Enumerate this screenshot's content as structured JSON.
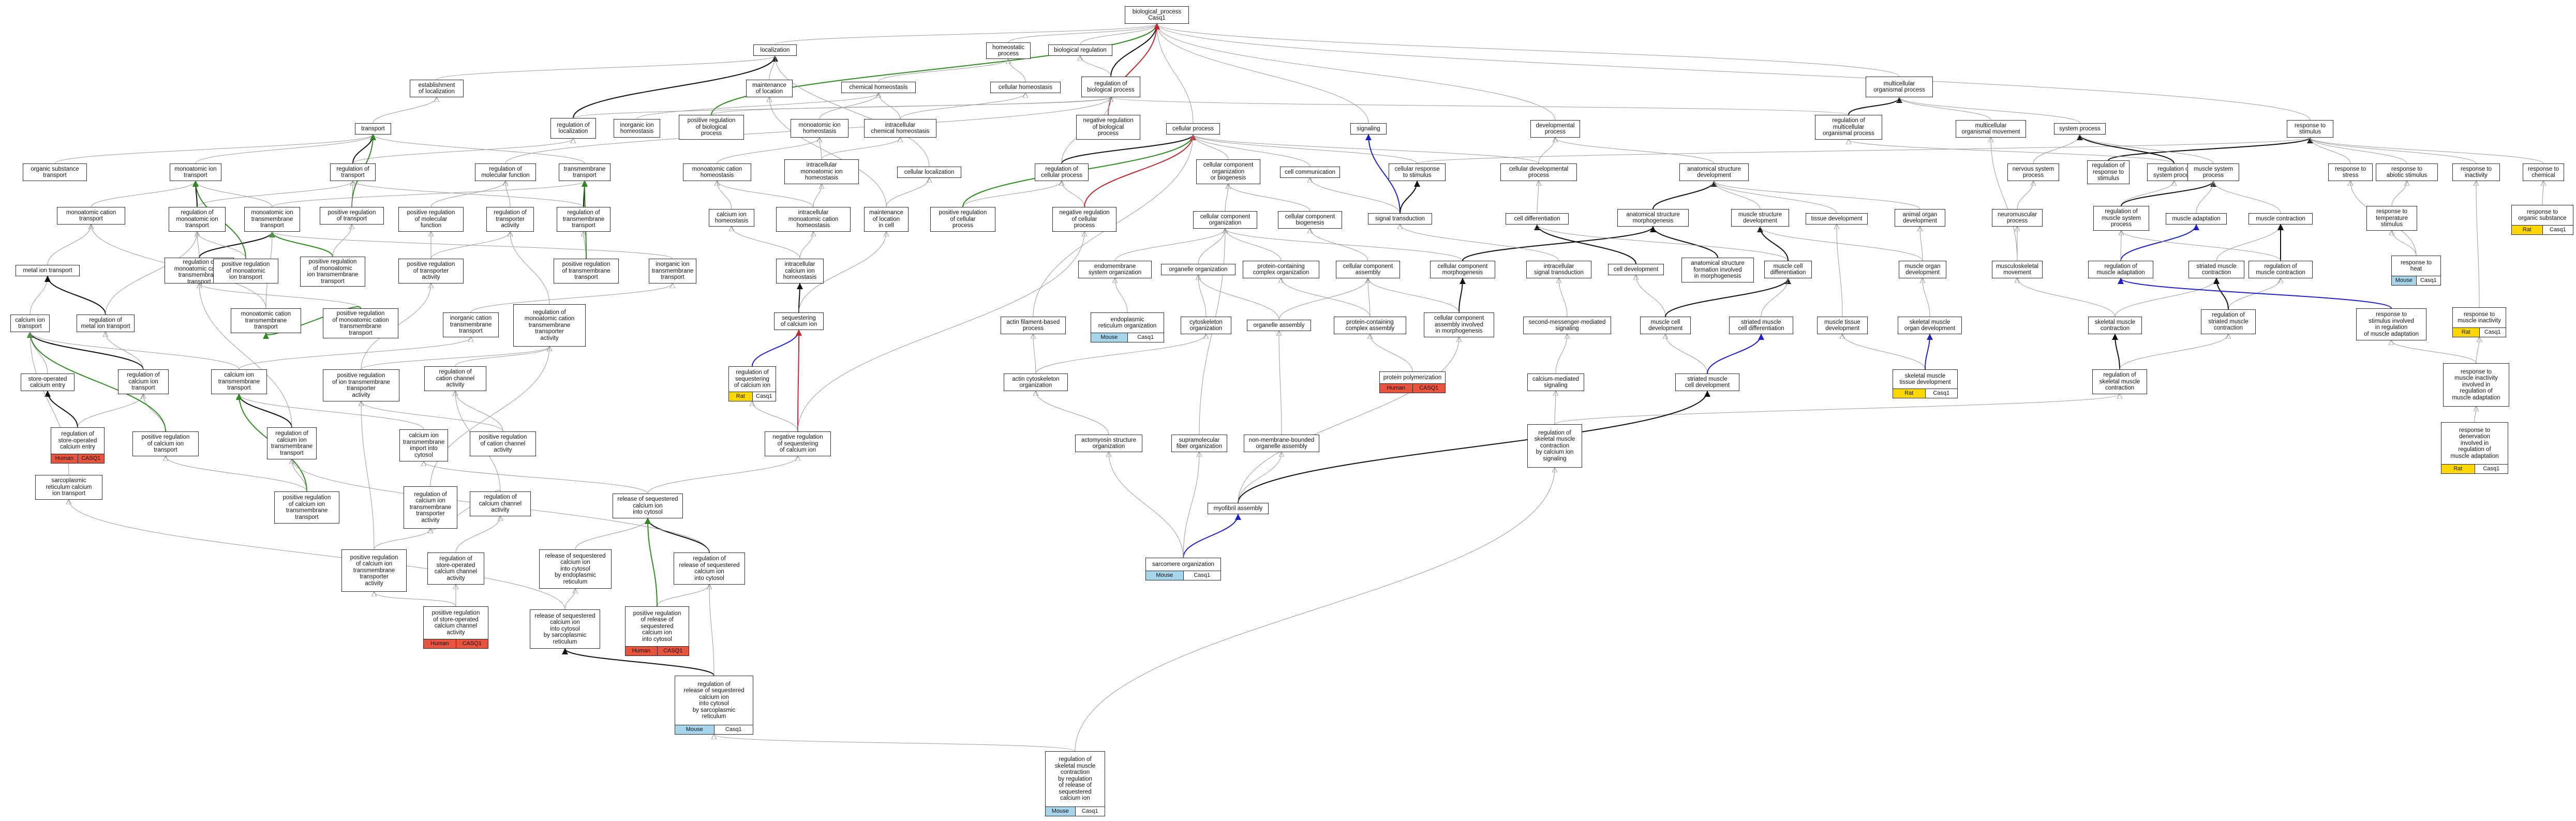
{
  "colors": {
    "is_a": "#9a9a9a",
    "part_of": "#111111",
    "positively_regulates": "#2e8b20",
    "negatively_regulates": "#c1272d",
    "regulates": "#1f1fcc",
    "human": "#e8543e",
    "mouse": "#a7d6ec",
    "rat": "#ffd800"
  },
  "nodes": {
    "bp": {
      "label": "biological_process\nCasq1"
    },
    "loc": {
      "label": "localization"
    },
    "homeo_proc": {
      "label": "homeostatic\nprocess"
    },
    "bio_reg": {
      "label": "biological regulation"
    },
    "est_loc": {
      "label": "establishment\nof localization"
    },
    "maint_loc": {
      "label": "maintenance\nof location"
    },
    "chem_homeo": {
      "label": "chemical homeostasis"
    },
    "cell_homeo": {
      "label": "cellular homeostasis"
    },
    "reg_bp": {
      "label": "regulation of\nbiological process"
    },
    "multi_org": {
      "label": "multicellular\norganismal process"
    },
    "transport": {
      "label": "transport"
    },
    "reg_loc": {
      "label": "regulation of\nlocalization"
    },
    "inorg_ion_homeo": {
      "label": "inorganic ion\nhomeostasis"
    },
    "pos_reg_bp": {
      "label": "positive regulation\nof biological\nprocess"
    },
    "mono_ion_homeo": {
      "label": "monoatomic ion\nhomeostasis"
    },
    "intra_chem_homeo": {
      "label": "intracellular\nchemical homeostasis"
    },
    "neg_reg_bp": {
      "label": "negative regulation\nof biological\nprocess"
    },
    "cell_proc": {
      "label": "cellular process"
    },
    "signaling": {
      "label": "signaling"
    },
    "dev_proc": {
      "label": "developmental\nprocess"
    },
    "reg_multi_org": {
      "label": "regulation of\nmulticellular\norganismal process"
    },
    "multi_move": {
      "label": "multicellular\norganismal movement"
    },
    "sys_proc": {
      "label": "system process"
    },
    "resp_stim": {
      "label": "response to\nstimulus"
    },
    "org_sub_trans": {
      "label": "organic substance\ntransport"
    },
    "mono_ion_trans": {
      "label": "monoatomic ion\ntransport"
    },
    "reg_transport": {
      "label": "regulation of\ntransport"
    },
    "reg_mol_func": {
      "label": "regulation of\nmolecular function"
    },
    "transmem_trans": {
      "label": "transmembrane\ntransport"
    },
    "mono_cation_homeo": {
      "label": "monoatomic cation\nhomeostasis"
    },
    "intra_mono_ion_homeo": {
      "label": "intracellular\nmonoatomic ion\nhomeostasis"
    },
    "cell_local": {
      "label": "cellular localization"
    },
    "reg_cell_proc": {
      "label": "regulation of\ncellular process"
    },
    "cc_org_bio": {
      "label": "cellular component\norganization\nor biogenesis"
    },
    "cell_comm": {
      "label": "cell communication"
    },
    "cell_resp_stim": {
      "label": "cellular response\nto stimulus"
    },
    "cell_dev_proc": {
      "label": "cellular developmental\nprocess"
    },
    "anat_struct_dev": {
      "label": "anatomical structure\ndevelopment"
    },
    "nerv_sys_proc": {
      "label": "nervous system\nprocess"
    },
    "reg_resp_stim": {
      "label": "regulation of\nresponse to\nstimulus"
    },
    "reg_sys_proc": {
      "label": "regulation of\nsystem process"
    },
    "muscle_sys_proc": {
      "label": "muscle system\nprocess"
    },
    "resp_stress": {
      "label": "response to\nstress"
    },
    "resp_abiotic": {
      "label": "response to\nabiotic stimulus"
    },
    "resp_inact": {
      "label": "response to\ninactivity"
    },
    "resp_chem": {
      "label": "response to\nchemical"
    },
    "mono_cation_trans": {
      "label": "monoatomic cation\ntransport"
    },
    "reg_mono_ion_trans": {
      "label": "regulation of\nmonoatomic ion\ntransport"
    },
    "mono_ion_tm_trans": {
      "label": "monoatomic ion\ntransmembrane\ntransport"
    },
    "pos_reg_transport": {
      "label": "positive regulation\nof transport"
    },
    "pos_reg_mol_func": {
      "label": "positive regulation\nof molecular\nfunction"
    },
    "reg_transporter_act": {
      "label": "regulation of\ntransporter\nactivity"
    },
    "reg_tm_trans": {
      "label": "regulation of\ntransmembrane\ntransport"
    },
    "calcium_ion_homeo": {
      "label": "calcium ion\nhomeostasis"
    },
    "intra_mono_cation_homeo": {
      "label": "intracellular\nmonoatomic cation\nhomeostasis"
    },
    "maint_loc_cell": {
      "label": "maintenance\nof location\nin cell"
    },
    "pos_reg_cell_proc": {
      "label": "positive regulation\nof cellular\nprocess"
    },
    "neg_reg_cell_proc": {
      "label": "negative regulation\nof cellular\nprocess"
    },
    "cc_org": {
      "label": "cellular component\norganization"
    },
    "cc_biogen": {
      "label": "cellular component\nbiogenesis"
    },
    "sig_trans": {
      "label": "signal transduction"
    },
    "cell_diff": {
      "label": "cell differentiation"
    },
    "anat_morph": {
      "label": "anatomical structure\nmorphogenesis"
    },
    "muscle_struct_dev": {
      "label": "muscle structure\ndevelopment"
    },
    "tissue_dev": {
      "label": "tissue development"
    },
    "animal_organ_dev": {
      "label": "animal organ\ndevelopment"
    },
    "neuromusc_proc": {
      "label": "neuromuscular\nprocess"
    },
    "reg_muscle_sys_proc": {
      "label": "regulation of\nmuscle system\nprocess"
    },
    "muscle_adapt": {
      "label": "muscle adaptation"
    },
    "muscle_contr": {
      "label": "muscle contraction"
    },
    "resp_heat": {
      "label": "response to\nheat",
      "tags": [
        [
          "Mouse",
          "mouse"
        ],
        [
          "Casq1",
          "casq"
        ]
      ]
    },
    "resp_temp": {
      "label": "response to\ntemperature\nstimulus"
    },
    "resp_org_sub": {
      "label": "response to\norganic substance",
      "tags": [
        [
          "Rat",
          "rat"
        ],
        [
          "Casq1",
          "casq"
        ]
      ]
    },
    "metal_ion_trans": {
      "label": "metal ion transport"
    },
    "reg_mono_cation_tm": {
      "label": "regulation of\nmonoatomic cation\ntransmembrane\ntransport"
    },
    "pos_reg_mono_ion_trans": {
      "label": "positive regulation\nof monoatomic\nion transport"
    },
    "pos_reg_mono_ion_tm": {
      "label": "positive regulation\nof monoatomic\nion transmembrane\ntransport"
    },
    "pos_reg_transporter_act": {
      "label": "positive regulation\nof transporter\nactivity"
    },
    "pos_reg_tm_trans": {
      "label": "positive regulation\nof transmembrane\ntransport"
    },
    "inorg_ion_tm": {
      "label": "inorganic ion\ntransmembrane\ntransport"
    },
    "intra_ca_homeo": {
      "label": "intracellular\ncalcium ion\nhomeostasis"
    },
    "actin_proc": {
      "label": "actin filament-based\nprocess"
    },
    "endomem_org": {
      "label": "endomembrane\nsystem organization"
    },
    "organelle_org": {
      "label": "organelle organization"
    },
    "prot_cplx_org": {
      "label": "protein-containing\ncomplex organization"
    },
    "cc_assembly": {
      "label": "cellular component\nassembly"
    },
    "cc_morph": {
      "label": "cellular component\nmorphogenesis"
    },
    "intra_sig": {
      "label": "intracellular\nsignal transduction"
    },
    "cell_dev": {
      "label": "cell development"
    },
    "anat_morph_form": {
      "label": "anatomical structure\nformation involved\nin morphogenesis"
    },
    "muscle_cell_diff": {
      "label": "muscle cell\ndifferentiation"
    },
    "muscle_organ_dev": {
      "label": "muscle organ\ndevelopment"
    },
    "musculoskel_move": {
      "label": "musculoskeletal\nmovement"
    },
    "reg_muscle_adapt": {
      "label": "regulation of\nmuscle adaptation"
    },
    "striated_contr": {
      "label": "striated muscle\ncontraction"
    },
    "reg_muscle_contr": {
      "label": "regulation of\nmuscle contraction"
    },
    "mono_cation_tm_trans": {
      "label": "monoatomic cation\ntransmembrane\ntransport"
    },
    "pos_reg_mono_cation_tm": {
      "label": "positive regulation\nof monoatomic cation\ntransmembrane\ntransport"
    },
    "reg_cation_tm_transporter": {
      "label": "regulation of\nmonoatomic cation\ntransmembrane\ntransporter\nactivity"
    },
    "inorg_cation_tm": {
      "label": "inorganic cation\ntransmembrane\ntransport"
    },
    "seq_ca": {
      "label": "sequestering\nof calcium ion"
    },
    "er_org": {
      "label": "endoplasmic\nreticulum organization",
      "tags": [
        [
          "Mouse",
          "mouse"
        ],
        [
          "Casq1",
          "casq"
        ]
      ]
    },
    "cytoskel_org": {
      "label": "cytoskeleton\norganization"
    },
    "organelle_assembly": {
      "label": "organelle assembly"
    },
    "prot_cplx_assembly": {
      "label": "protein-containing\ncomplex assembly"
    },
    "cc_assembly_morph": {
      "label": "cellular component\nassembly involved\nin morphogenesis"
    },
    "second_msg": {
      "label": "second-messenger-mediated\nsignaling"
    },
    "muscle_cell_dev": {
      "label": "muscle cell\ndevelopment"
    },
    "striated_diff": {
      "label": "striated muscle\ncell differentiation"
    },
    "muscle_tissue_dev": {
      "label": "muscle tissue\ndevelopment"
    },
    "skeletal_organ_dev": {
      "label": "skeletal muscle\norgan development"
    },
    "skeletal_contr": {
      "label": "skeletal muscle\ncontraction"
    },
    "reg_striated_contr": {
      "label": "regulation of\nstriated muscle\ncontraction"
    },
    "resp_inact_adapt": {
      "label": "response to\nstimulus involved\nin regulation\nof muscle adaptation"
    },
    "resp_muscle_inact": {
      "label": "response to\nmuscle inactivity",
      "tags": [
        [
          "Rat",
          "rat"
        ],
        [
          "Casq1",
          "casq"
        ]
      ]
    },
    "calcium_ion_trans": {
      "label": "calcium ion\ntransport"
    },
    "reg_metal_ion_trans": {
      "label": "regulation of\nmetal ion transport"
    },
    "store_op_entry": {
      "label": "store-operated\ncalcium entry"
    },
    "reg_ca_ion_trans": {
      "label": "regulation of\ncalcium ion\ntransport"
    },
    "ca_tm_trans": {
      "label": "calcium ion\ntransmembrane\ntransport"
    },
    "pos_reg_cation_tm_transporter": {
      "label": "positive regulation\nof ion transmembrane\ntransporter\nactivity"
    },
    "reg_cation_channel": {
      "label": "regulation of\ncation channel\nactivity"
    },
    "reg_seq_ca": {
      "label": "regulation of\nsequestering\nof calcium ion",
      "tags": [
        [
          "Rat",
          "rat"
        ],
        [
          "Casq1",
          "casq"
        ]
      ]
    },
    "actin_cytoskel_org": {
      "label": "actin cytoskeleton\norganization"
    },
    "protein_polymer": {
      "label": "protein polymerization",
      "tags": [
        [
          "Human",
          "human"
        ],
        [
          "CASQ1",
          "casq"
        ]
      ]
    },
    "ca_signaling": {
      "label": "calcium-mediated\nsignaling"
    },
    "striated_dev": {
      "label": "striated muscle\ncell development"
    },
    "skeletal_tissue_dev": {
      "label": "skeletal muscle\ntissue development",
      "tags": [
        [
          "Rat",
          "rat"
        ],
        [
          "Casq1",
          "casq"
        ]
      ]
    },
    "reg_skel_contr": {
      "label": "regulation of\nskeletal muscle\ncontraction"
    },
    "resp_denerv": {
      "label": "response to\nmuscle inactivity\ninvolved in\nregulation of\nmuscle adaptation"
    },
    "reg_store_op": {
      "label": "regulation of\nstore-operated\ncalcium entry",
      "tags": [
        [
          "Human",
          "human"
        ],
        [
          "CASQ1",
          "casq"
        ]
      ]
    },
    "pos_reg_ca_trans": {
      "label": "positive regulation\nof calcium ion\ntransport"
    },
    "reg_ca_tm_trans": {
      "label": "regulation of\ncalcium ion\ntransmembrane\ntransport"
    },
    "ca_import_cytosol": {
      "label": "calcium ion\ntransmembrane\nimport into\ncytosol"
    },
    "pos_reg_cation_channel": {
      "label": "positive regulation\nof cation channel\nactivity"
    },
    "neg_reg_seq": {
      "label": "negative regulation\nof sequestering\nof calcium ion"
    },
    "actomyosin_org": {
      "label": "actomyosin structure\norganization"
    },
    "supramol_fiber": {
      "label": "supramolecular\nfiber organization"
    },
    "nonmem_org": {
      "label": "non-membrane-bounded\norganelle assembly"
    },
    "reg_skel_ca_sig": {
      "label": "regulation of\nskeletal muscle\ncontraction\nby calcium ion\nsignaling"
    },
    "resp_denervation": {
      "label": "response to\ndenervation\ninvolved in\nregulation of\nmuscle adaptation",
      "tags": [
        [
          "Rat",
          "rat"
        ],
        [
          "Casq1",
          "casq"
        ]
      ]
    },
    "sarco_ca_trans": {
      "label": "sarcoplasmic\nreticulum calcium\nion transport"
    },
    "pos_reg_ca_tm_trans": {
      "label": "positive regulation\nof calcium ion\ntransmembrane\ntransport"
    },
    "reg_ca_tm_transporter": {
      "label": "regulation of\ncalcium ion\ntransmembrane\ntransporter\nactivity"
    },
    "reg_ca_channel": {
      "label": "regulation of\ncalcium channel\nactivity"
    },
    "release_seq": {
      "label": "release of sequestered\ncalcium ion\ninto cytosol"
    },
    "myofibril_assembly": {
      "label": "myofibril assembly"
    },
    "sarcomere_org": {
      "label": "sarcomere organization",
      "tags": [
        [
          "Mouse",
          "mouse"
        ],
        [
          "Casq1",
          "casq"
        ]
      ]
    },
    "pos_reg_ca_tm_transporter": {
      "label": "positive regulation\nof calcium ion\ntransmembrane\ntransporter\nactivity"
    },
    "reg_store_op_channel": {
      "label": "regulation of\nstore-operated\ncalcium channel\nactivity"
    },
    "release_er": {
      "label": "release of sequestered\ncalcium ion\ninto cytosol\nby endoplasmic\nreticulum"
    },
    "reg_release_seq": {
      "label": "regulation of\nrelease of sequestered\ncalcium ion\ninto cytosol"
    },
    "pos_reg_store_op_channel": {
      "label": "positive regulation\nof store-operated\ncalcium channel\nactivity",
      "tags": [
        [
          "Human",
          "human"
        ],
        [
          "CASQ1",
          "casq"
        ]
      ]
    },
    "release_sr": {
      "label": "release of sequestered\ncalcium ion\ninto cytosol\nby sarcoplasmic\nreticulum"
    },
    "pos_reg_release": {
      "label": "positive regulation\nof release of\nsequestered\ncalcium ion\ninto cytosol",
      "tags": [
        [
          "Human",
          "human"
        ],
        [
          "CASQ1",
          "casq"
        ]
      ]
    },
    "reg_release_sr": {
      "label": "regulation of\nrelease of sequestered\ncalcium ion\ninto cytosol\nby sarcoplasmic\nreticulum",
      "tags": [
        [
          "Mouse",
          "mouse"
        ],
        [
          "Casq1",
          "casq"
        ]
      ]
    },
    "reg_skel_release": {
      "label": "regulation of\nskeletal muscle\ncontraction\nby regulation\nof release of\nsequestered\ncalcium ion",
      "tags": [
        [
          "Mouse",
          "mouse"
        ],
        [
          "Casq1",
          "casq"
        ]
      ]
    }
  }
}
